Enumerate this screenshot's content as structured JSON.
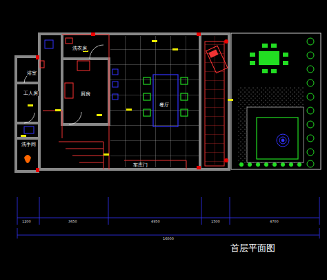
{
  "diagram": {
    "caption": "首层平面图",
    "labels": [
      "洗衣房",
      "浴室",
      "厨房",
      "工人房",
      "洗手间",
      "餐厅",
      "车库门",
      "1200",
      "3650",
      "4950",
      "1500",
      "4700",
      "16000"
    ]
  }
}
